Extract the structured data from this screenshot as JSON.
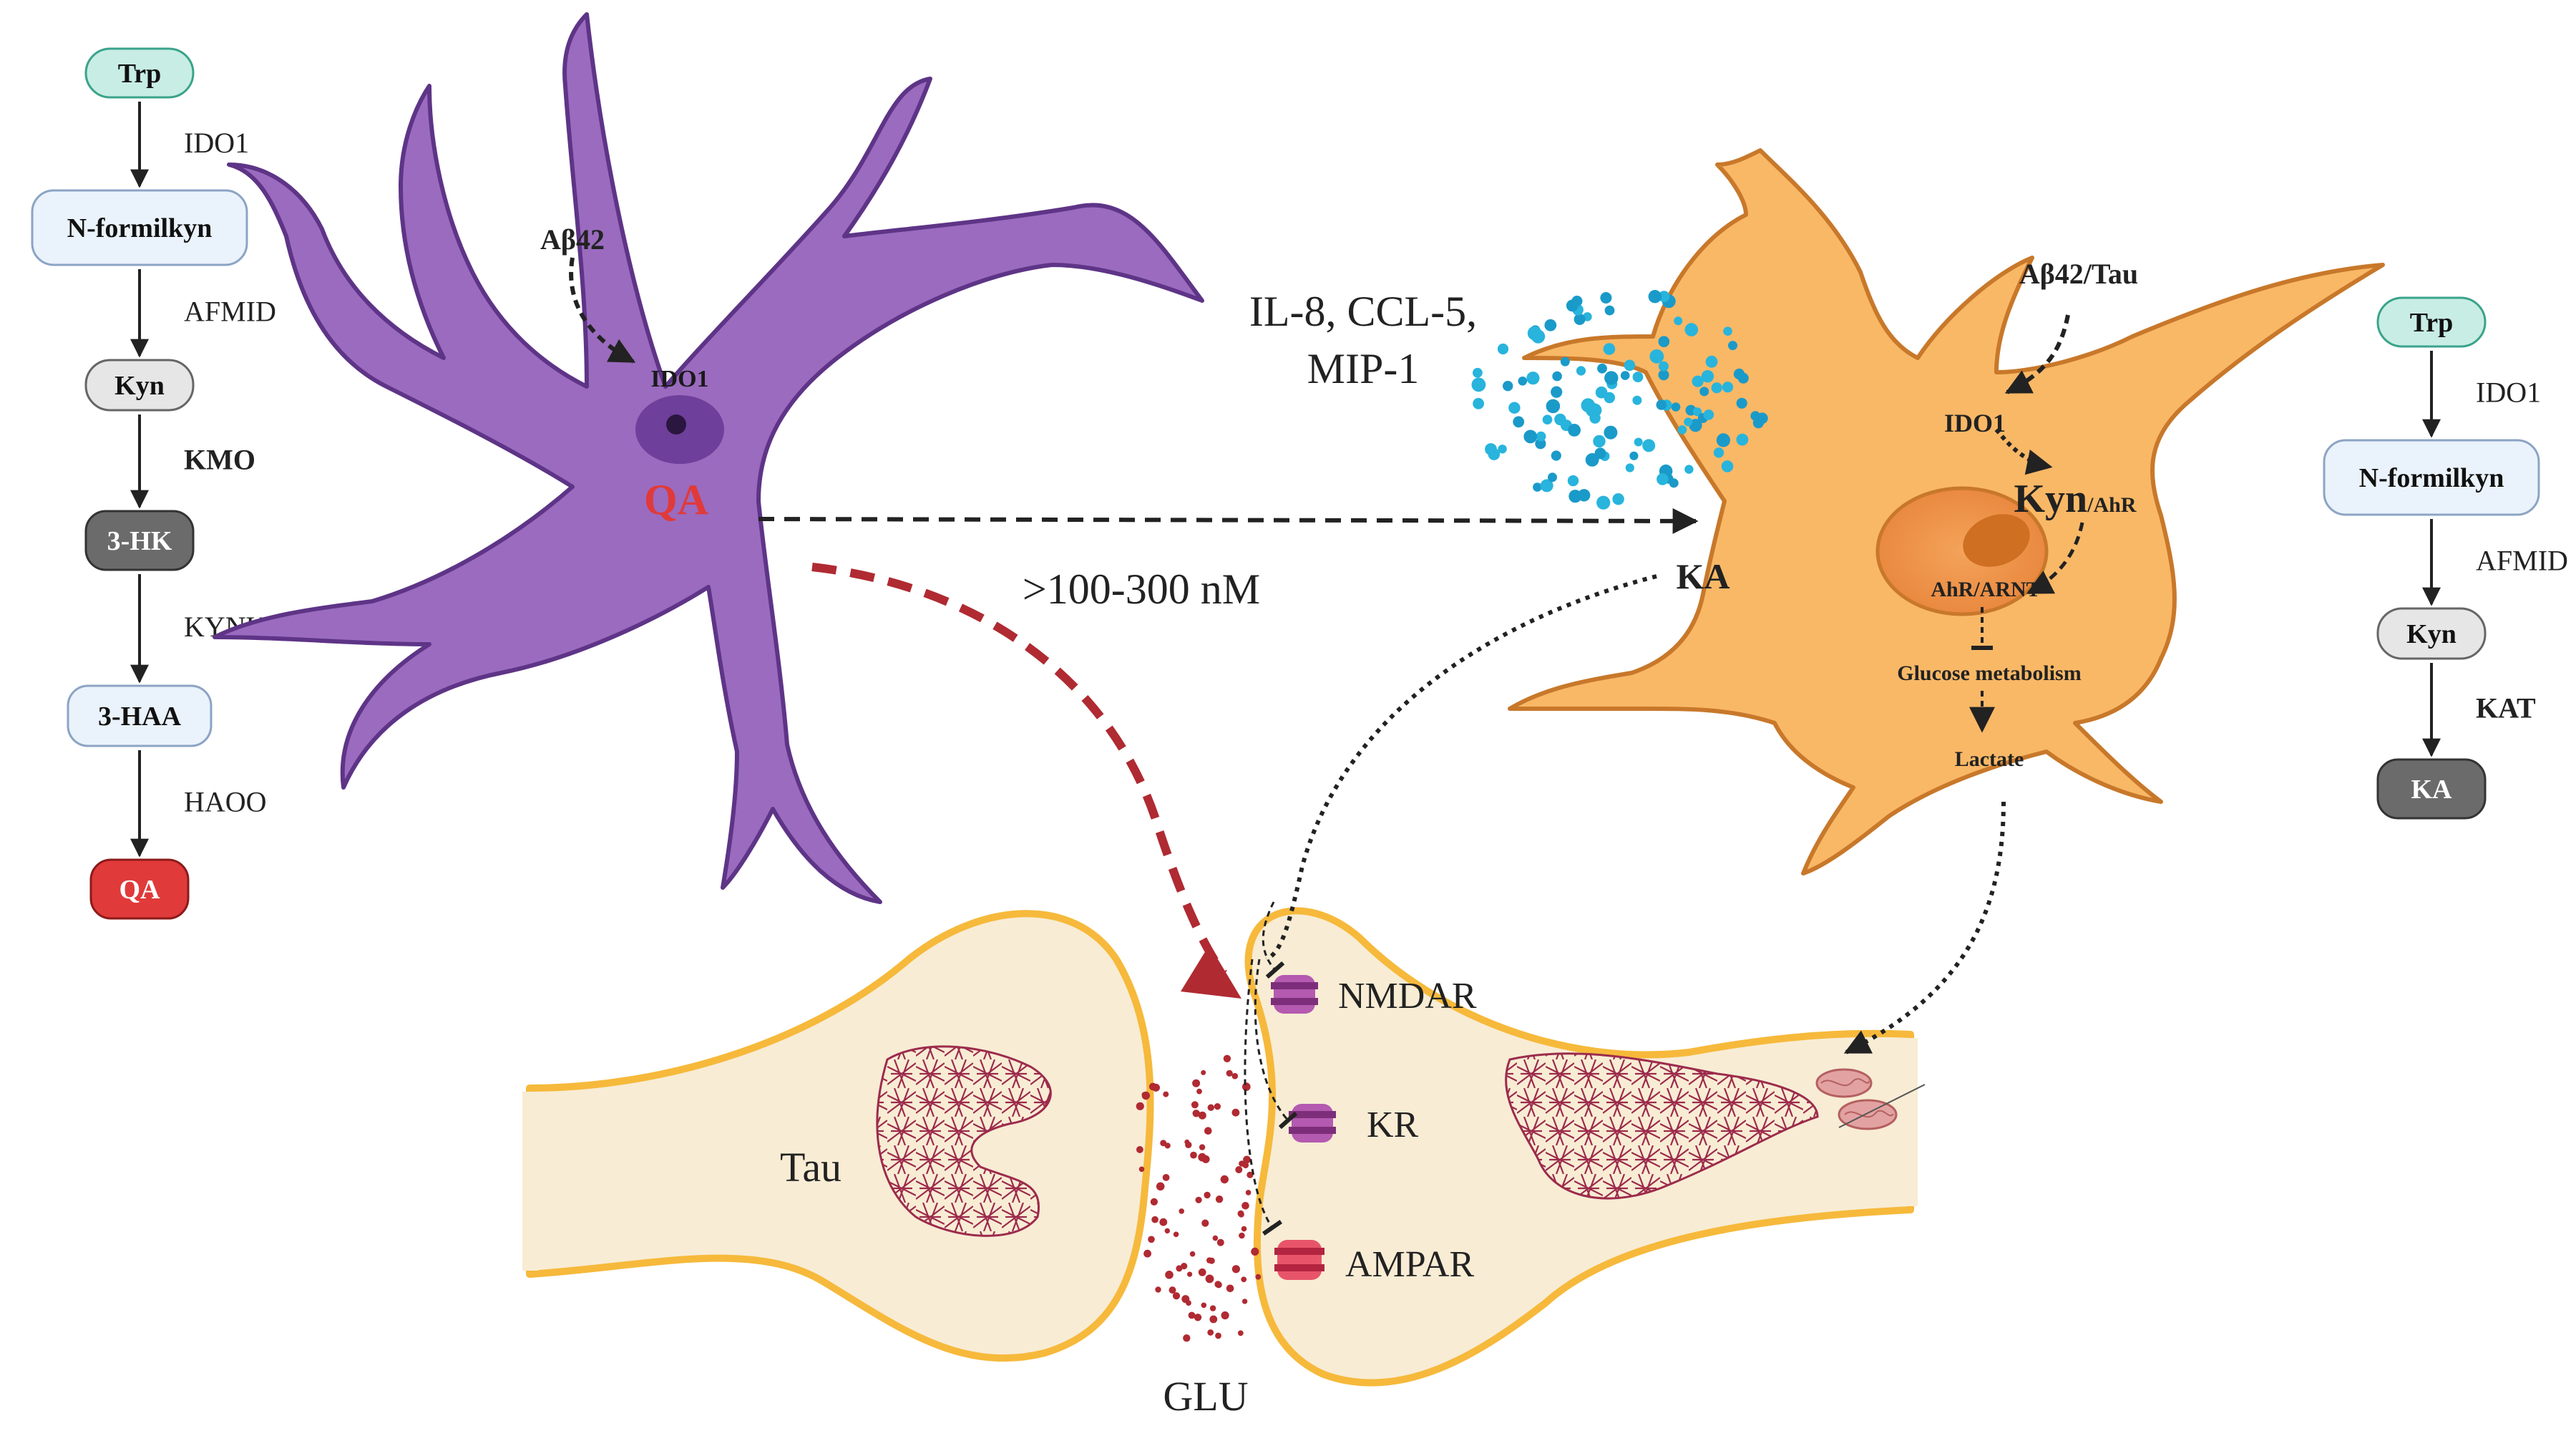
{
  "left_pathway": {
    "nodes": [
      "Trp",
      "N-formilkyn",
      "Kyn",
      "3-HK",
      "3-HAA",
      "QA"
    ],
    "enzymes": [
      "IDO1",
      "AFMID",
      "KMO",
      "KYNU",
      "HAOO"
    ]
  },
  "right_pathway": {
    "nodes": [
      "Trp",
      "N-formilkyn",
      "Kyn",
      "KA"
    ],
    "enzymes": [
      "IDO1",
      "AFMID",
      "KAT"
    ]
  },
  "microglia": {
    "stimulus": "Aβ42",
    "enzyme": "IDO1",
    "product": "QA"
  },
  "astrocyte": {
    "stimulus": "Aβ42/Tau",
    "enzyme": "IDO1",
    "kyn_main": "Kyn",
    "kyn_sub": "/AhR",
    "complex": "AhR/ARNT",
    "glucose": "Glucose metabolism",
    "lactate": "Lactate",
    "product": "KA"
  },
  "cytokines": {
    "line1": "IL-8, CCL-5,",
    "line2": "MIP-1"
  },
  "concentration": ">100-300 nM",
  "synapse": {
    "pre_label": "Tau",
    "cleft_label": "GLU",
    "receptors": [
      "NMDAR",
      "KR",
      "AMPAR"
    ]
  },
  "colors": {
    "microglia": "#9b6bbf",
    "astrocyte": "#f9b866",
    "qa_red": "#e03a3a",
    "glu_arrow": "#b02a32",
    "dots_blue": "#1a9ac9",
    "synapse_fill": "#f8ecd4",
    "synapse_stroke": "#f6b93b",
    "tau": "#9c2b4c",
    "nmdar": "#b45ab0",
    "ampar": "#e8556a"
  }
}
